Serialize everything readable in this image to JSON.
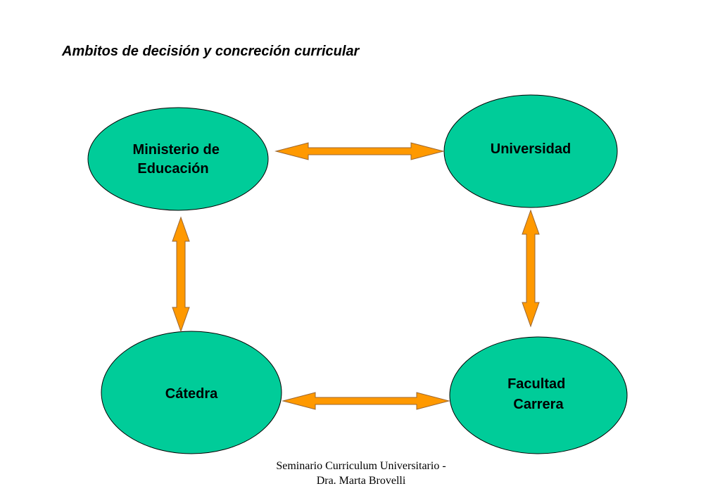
{
  "title": "Ambitos de decisión y concreción curricular",
  "nodes": {
    "ministerio": {
      "line1": "Ministerio de",
      "line2": "Educación"
    },
    "universidad": {
      "line1": "Universidad"
    },
    "catedra": {
      "line1": "Cátedra"
    },
    "facultad": {
      "line1": "Facultad",
      "line2": "Carrera"
    }
  },
  "footer": {
    "line1": "Seminario Curriculum Universitario -",
    "line2": "Dra. Marta Brovelli"
  },
  "colors": {
    "node_fill": "#00CC99",
    "node_stroke": "#000000",
    "arrow_fill": "#FF9900",
    "arrow_stroke": "#996633"
  }
}
